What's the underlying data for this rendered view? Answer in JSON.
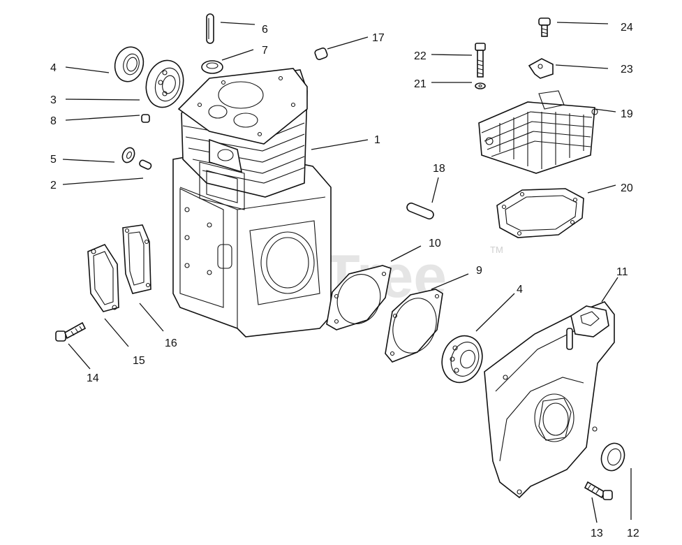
{
  "diagram": {
    "watermark": "PartsTree",
    "watermark_tm": "TM",
    "callouts": [
      {
        "id": "6",
        "text": "6"
      },
      {
        "id": "7",
        "text": "7"
      },
      {
        "id": "17",
        "text": "17"
      },
      {
        "id": "4a",
        "text": "4"
      },
      {
        "id": "3",
        "text": "3"
      },
      {
        "id": "8",
        "text": "8"
      },
      {
        "id": "5",
        "text": "5"
      },
      {
        "id": "2",
        "text": "2"
      },
      {
        "id": "1",
        "text": "1"
      },
      {
        "id": "22",
        "text": "22"
      },
      {
        "id": "21",
        "text": "21"
      },
      {
        "id": "24",
        "text": "24"
      },
      {
        "id": "23",
        "text": "23"
      },
      {
        "id": "19",
        "text": "19"
      },
      {
        "id": "18",
        "text": "18"
      },
      {
        "id": "20",
        "text": "20"
      },
      {
        "id": "10",
        "text": "10"
      },
      {
        "id": "9",
        "text": "9"
      },
      {
        "id": "4b",
        "text": "4"
      },
      {
        "id": "11",
        "text": "11"
      },
      {
        "id": "16",
        "text": "16"
      },
      {
        "id": "15",
        "text": "15"
      },
      {
        "id": "14",
        "text": "14"
      },
      {
        "id": "13",
        "text": "13"
      },
      {
        "id": "12",
        "text": "12"
      }
    ]
  }
}
